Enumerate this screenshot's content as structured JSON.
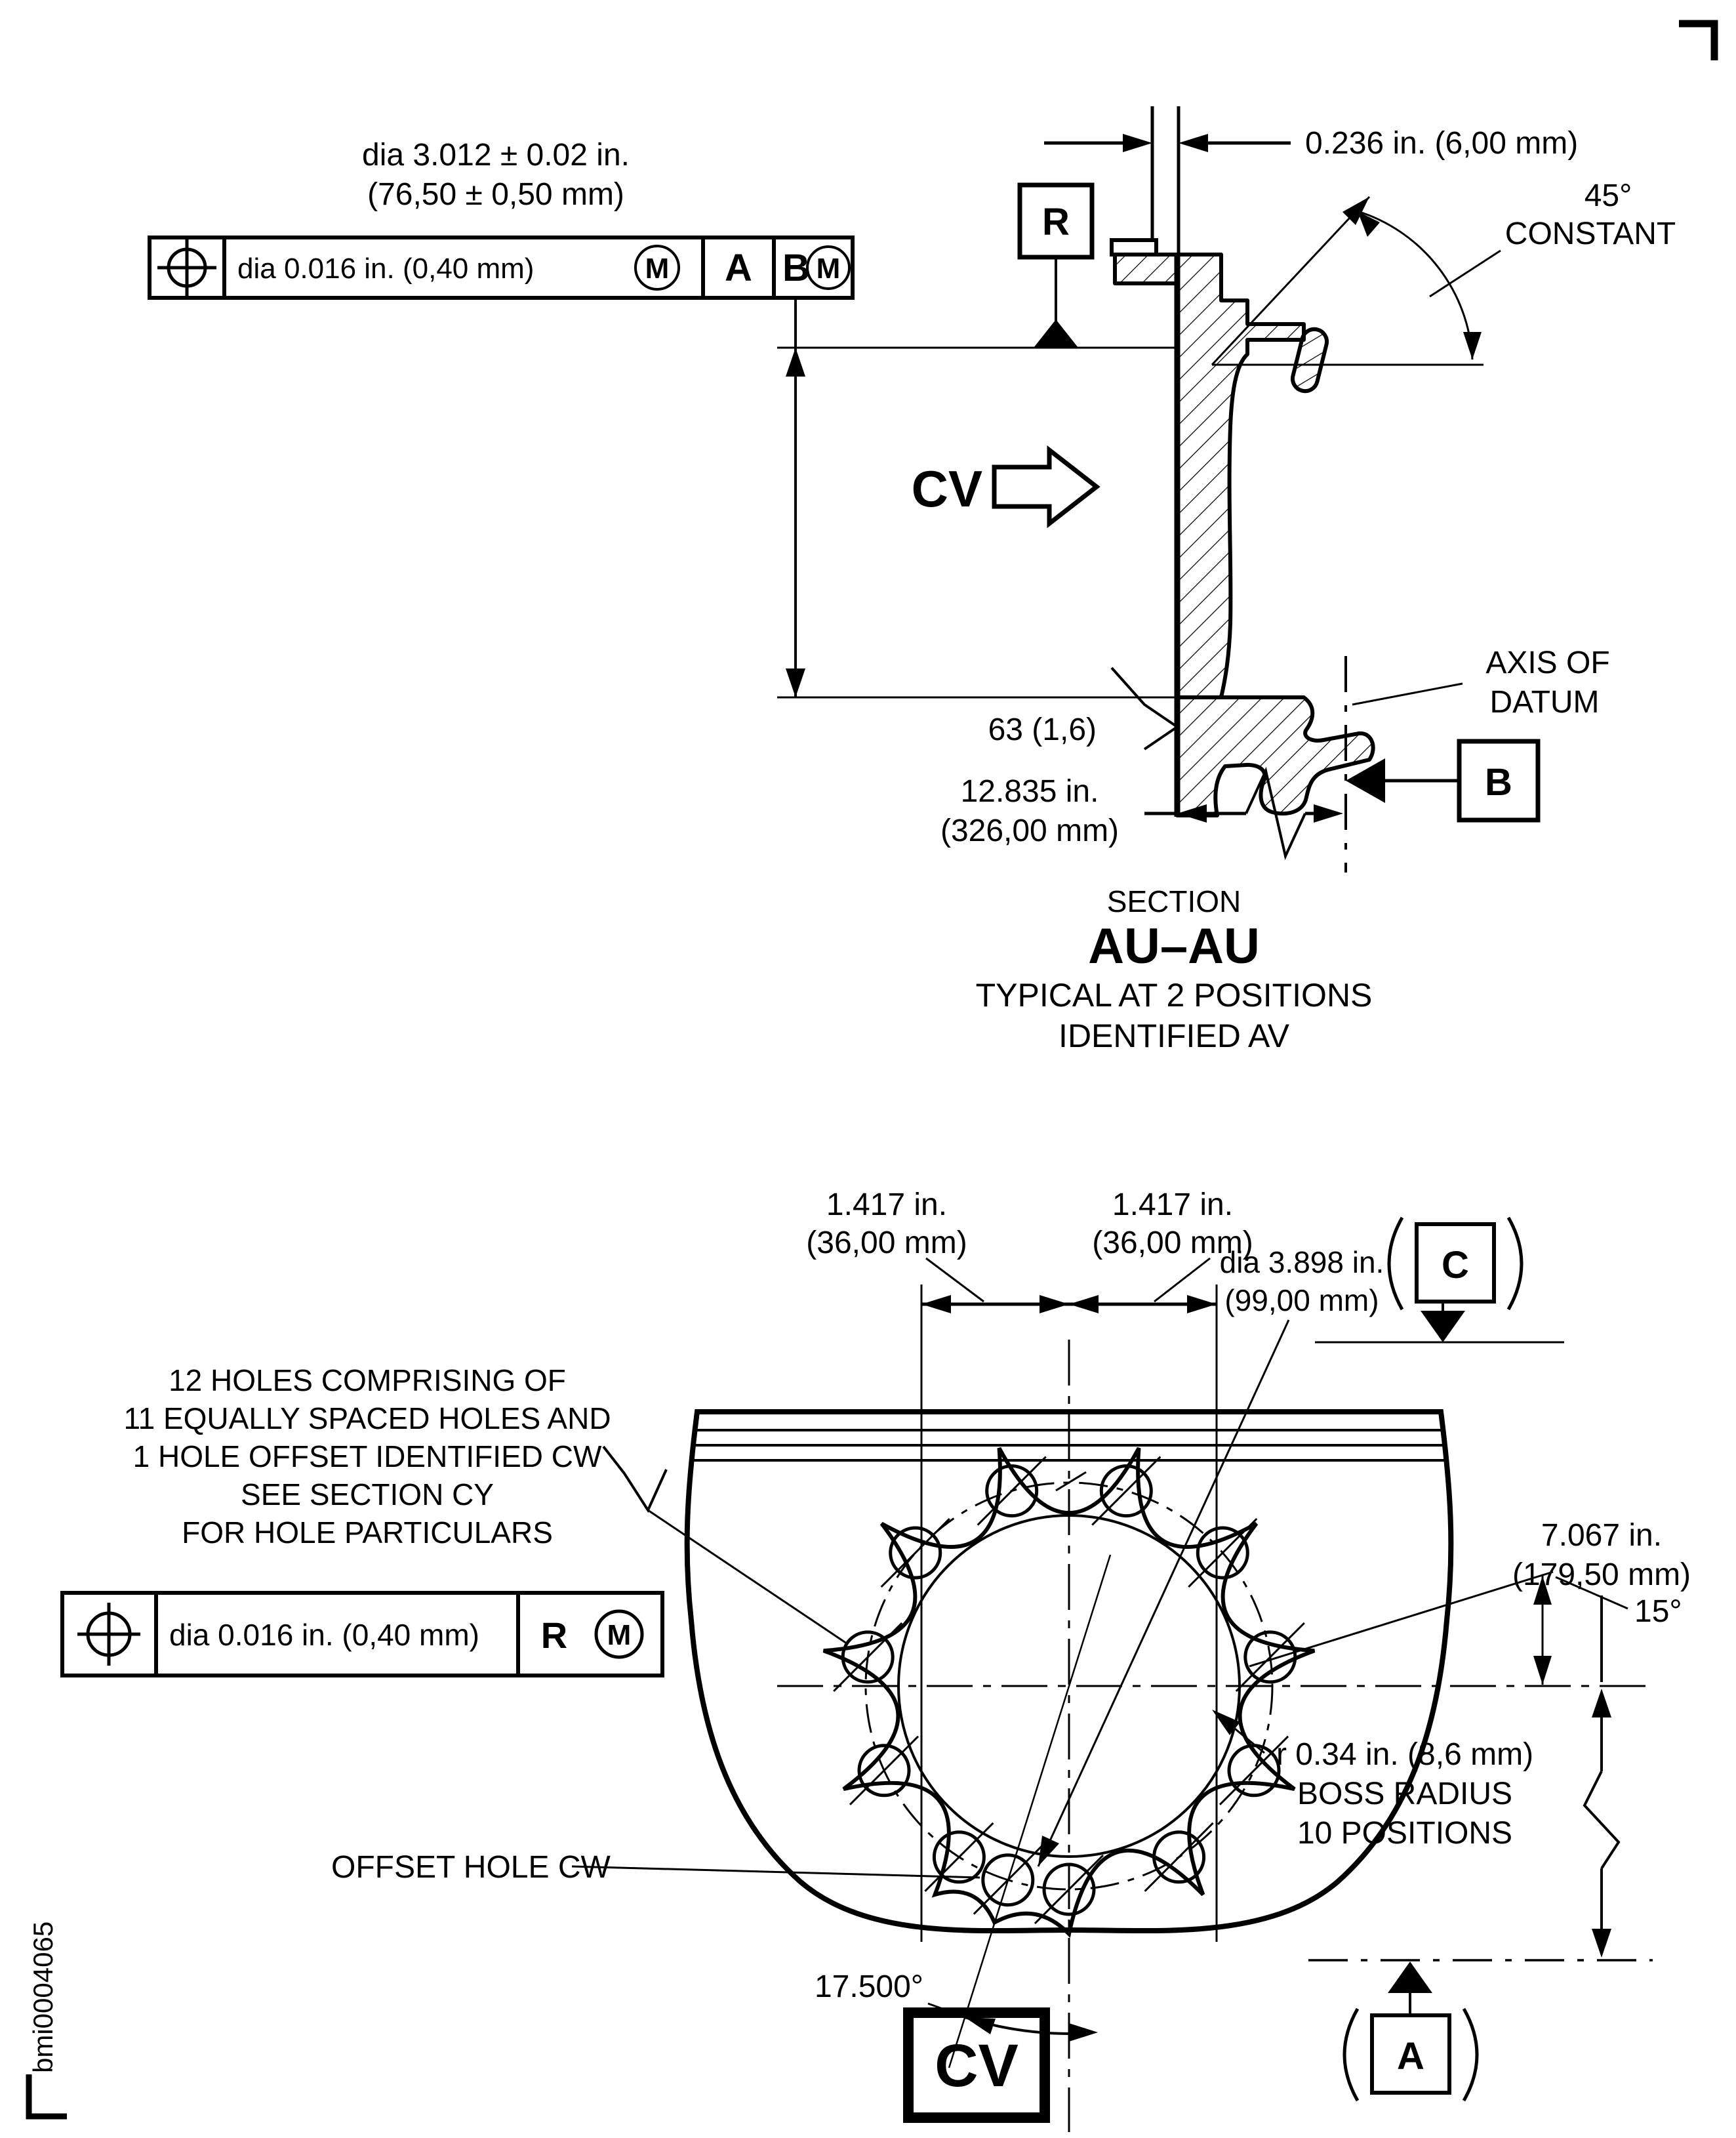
{
  "figure_code": "bmi0004065",
  "section_view": {
    "dia_dim": {
      "line1": "dia 3.012 ± 0.02 in.",
      "line2": "(76,50 ± 0,50 mm)"
    },
    "fcf": {
      "tolerance": "dia 0.016 in. (0,40 mm)",
      "tol_modifier": "M",
      "datum_a": "A",
      "datum_b": "B",
      "datum_b_modifier": "M"
    },
    "datum_r": "R",
    "wall_dim": "0.236 in. (6,00 mm)",
    "angle": "45°",
    "angle_note": "CONSTANT",
    "view_arrow": "CV",
    "surface_finish": "63 (1,6)",
    "length_dim": {
      "line1": "12.835 in.",
      "line2": "(326,00 mm)"
    },
    "axis_note": {
      "line1": "AXIS OF",
      "line2": "DATUM"
    },
    "datum_b": "B",
    "caption": {
      "line1": "SECTION",
      "line2": "AU–AU",
      "line3": "TYPICAL AT 2 POSITIONS",
      "line4": "IDENTIFIED AV"
    }
  },
  "plan_view": {
    "spacing_left": {
      "line1": "1.417 in.",
      "line2": "(36,00 mm)"
    },
    "spacing_right": {
      "line1": "1.417 in.",
      "line2": "(36,00 mm)"
    },
    "bolt_circle_dim": {
      "line1": "dia 3.898 in.",
      "line2": "(99,00 mm)"
    },
    "datum_c": "C",
    "holes_note": {
      "line1": "12 HOLES COMPRISING OF",
      "line2": "11 EQUALLY SPACED HOLES AND",
      "line3": "1 HOLE OFFSET IDENTIFIED CW",
      "line4": "SEE SECTION CY",
      "line5": "FOR HOLE PARTICULARS"
    },
    "fcf": {
      "tolerance": "dia 0.016 in. (0,40 mm)",
      "datum": "R",
      "modifier": "M"
    },
    "angle_15": "15°",
    "height_dim": {
      "line1": "7.067 in.",
      "line2": "(179,50 mm)"
    },
    "boss_note": {
      "line1": "r 0.34 in. (8,6 mm)",
      "line2": "BOSS RADIUS",
      "line3": "10 POSITIONS"
    },
    "offset_hole": "OFFSET HOLE CW",
    "offset_angle": "17.500°",
    "view_label": "CV",
    "datum_a": "A"
  }
}
